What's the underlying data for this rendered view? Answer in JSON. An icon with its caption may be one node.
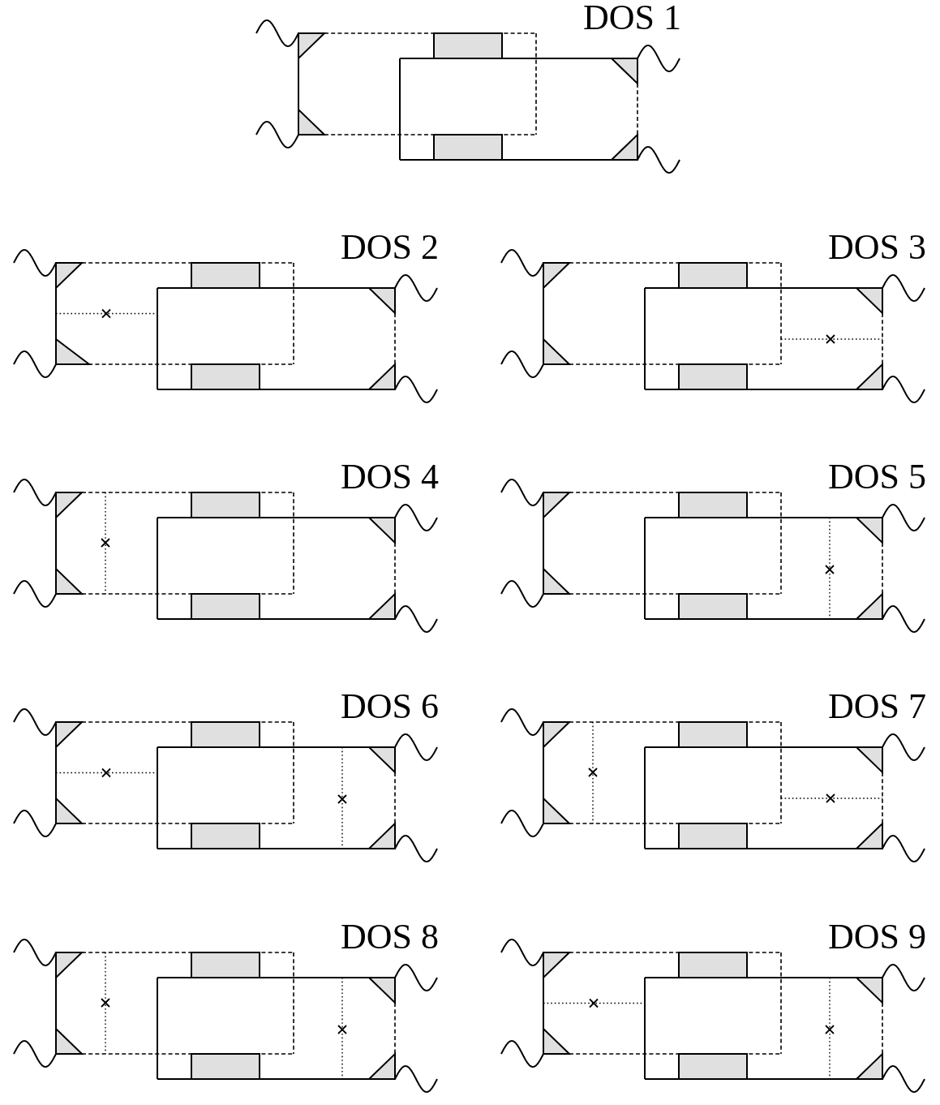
{
  "diagram": {
    "labels": [
      "DOS 1",
      "DOS 2",
      "DOS 3",
      "DOS 4",
      "DOS 5",
      "DOS 6",
      "DOS 7",
      "DOS 8",
      "DOS 9"
    ]
  }
}
